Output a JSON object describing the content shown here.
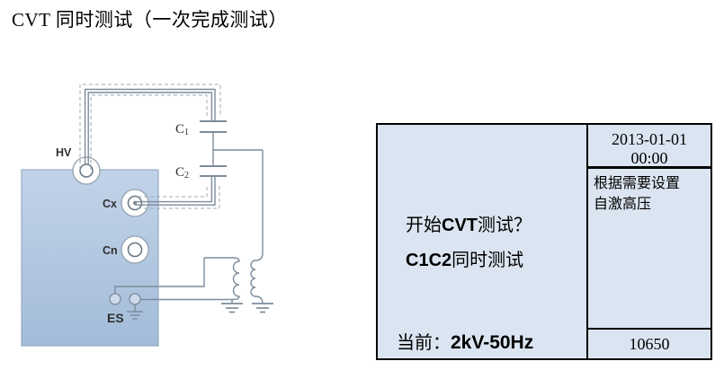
{
  "title": "CVT 同时测试（一次完成测试）",
  "diagram": {
    "terminals": {
      "hv": "HV",
      "cx": "Cx",
      "cn": "Cn",
      "es": "ES"
    },
    "capacitors": {
      "c1_base": "C",
      "c1_sub": "1",
      "c2_base": "C",
      "c2_sub": "2"
    },
    "colors": {
      "wire": "#7d8c9b",
      "guard_dash": "#9aa8b6",
      "device_fill_top": "#c2d3e8",
      "device_fill_bottom": "#a3bcd9",
      "device_border": "#8aa2bd"
    }
  },
  "screen": {
    "date": "2013-01-01",
    "time": "00:00",
    "hint_line1": "根据需要设置",
    "hint_line2": "自激高压",
    "prompt": {
      "pre": "开始",
      "emph": "CVT",
      "post": "测试？"
    },
    "mode": {
      "emph": "C1C2",
      "post": "同时测试"
    },
    "current": {
      "label": "当前：",
      "value": "2kV-50Hz"
    },
    "code": "10650",
    "colors": {
      "screen_bg": "#dbe5f1",
      "screen_border": "#000000"
    }
  }
}
